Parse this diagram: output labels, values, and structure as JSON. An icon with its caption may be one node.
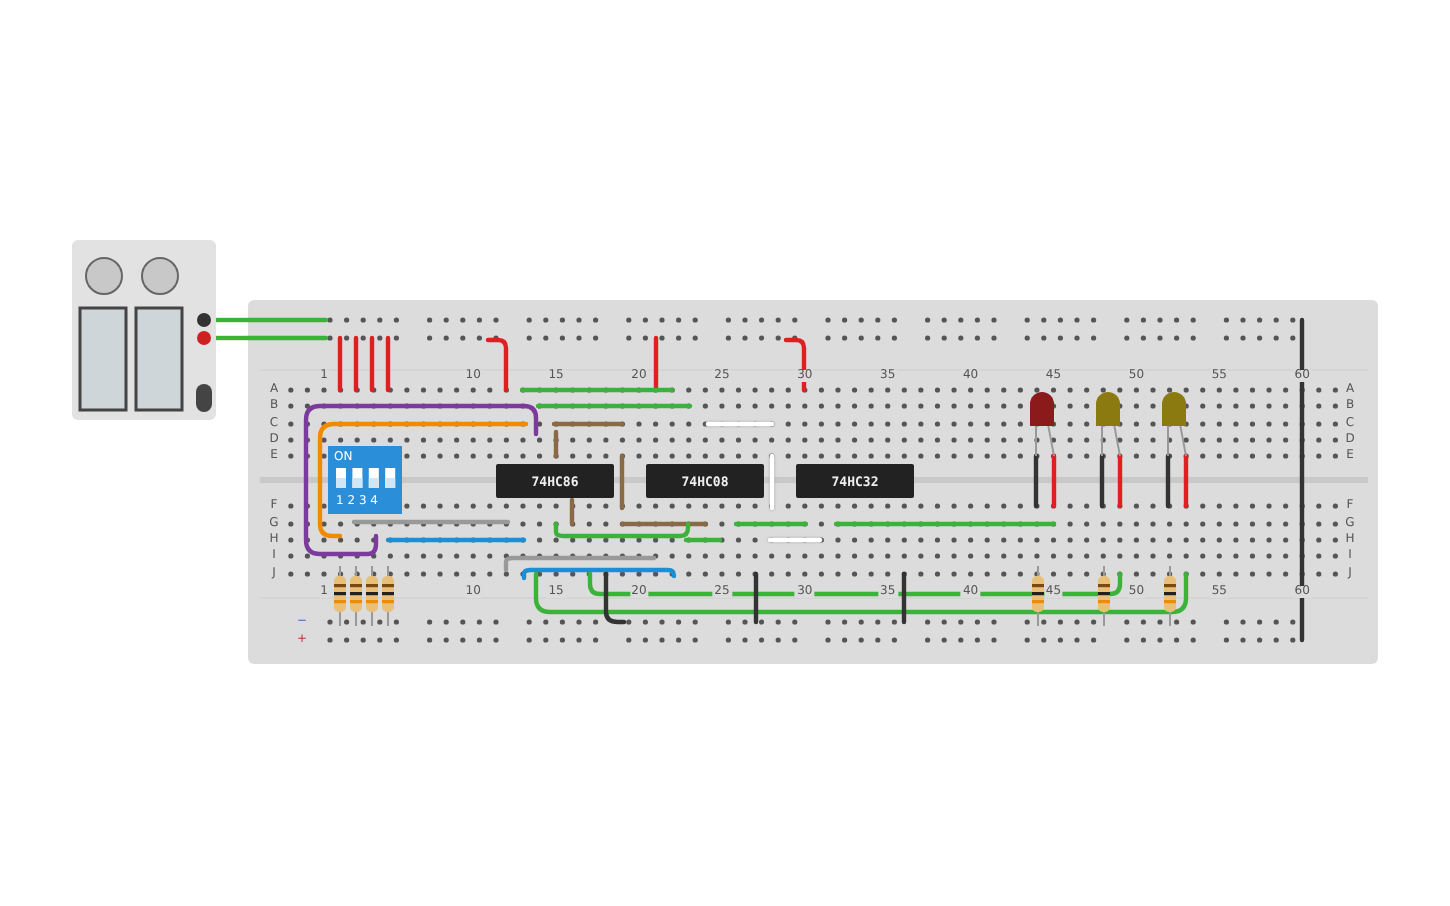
{
  "diagram": {
    "nodes": [
      {
        "text": [],
        "shape": "picture"
      },
      {
        "text": [],
        "shape": "box"
      },
      {
        "text": [
          "ON",
          "1 2 3 4"
        ],
        "in": 1
      },
      {
        "text": [
          "74HC86"
        ],
        "in": 1
      },
      {
        "text": [
          "74HC08"
        ],
        "in": 1
      },
      {
        "text": [
          "74HC32"
        ],
        "in": 1
      }
    ],
    "edges": [
      {
        "from": 0,
        "to": 1,
        "arrow": "none"
      },
      {
        "from": 0,
        "to": 1,
        "arrow": "none"
      }
    ],
    "labels": [
      "1",
      "10",
      "15",
      "20",
      "25",
      "30",
      "35",
      "40",
      "45",
      "50",
      "55",
      "60",
      "A",
      "B",
      "C",
      "D",
      "E",
      "F",
      "G",
      "H",
      "I",
      "J",
      "A",
      "B",
      "C",
      "D",
      "E",
      "F",
      "G",
      "H",
      "I",
      "J",
      "1",
      "10",
      "15",
      "20",
      "25",
      "30",
      "35",
      "40",
      "45",
      "50",
      "55",
      "60",
      "−",
      "+"
    ]
  }
}
